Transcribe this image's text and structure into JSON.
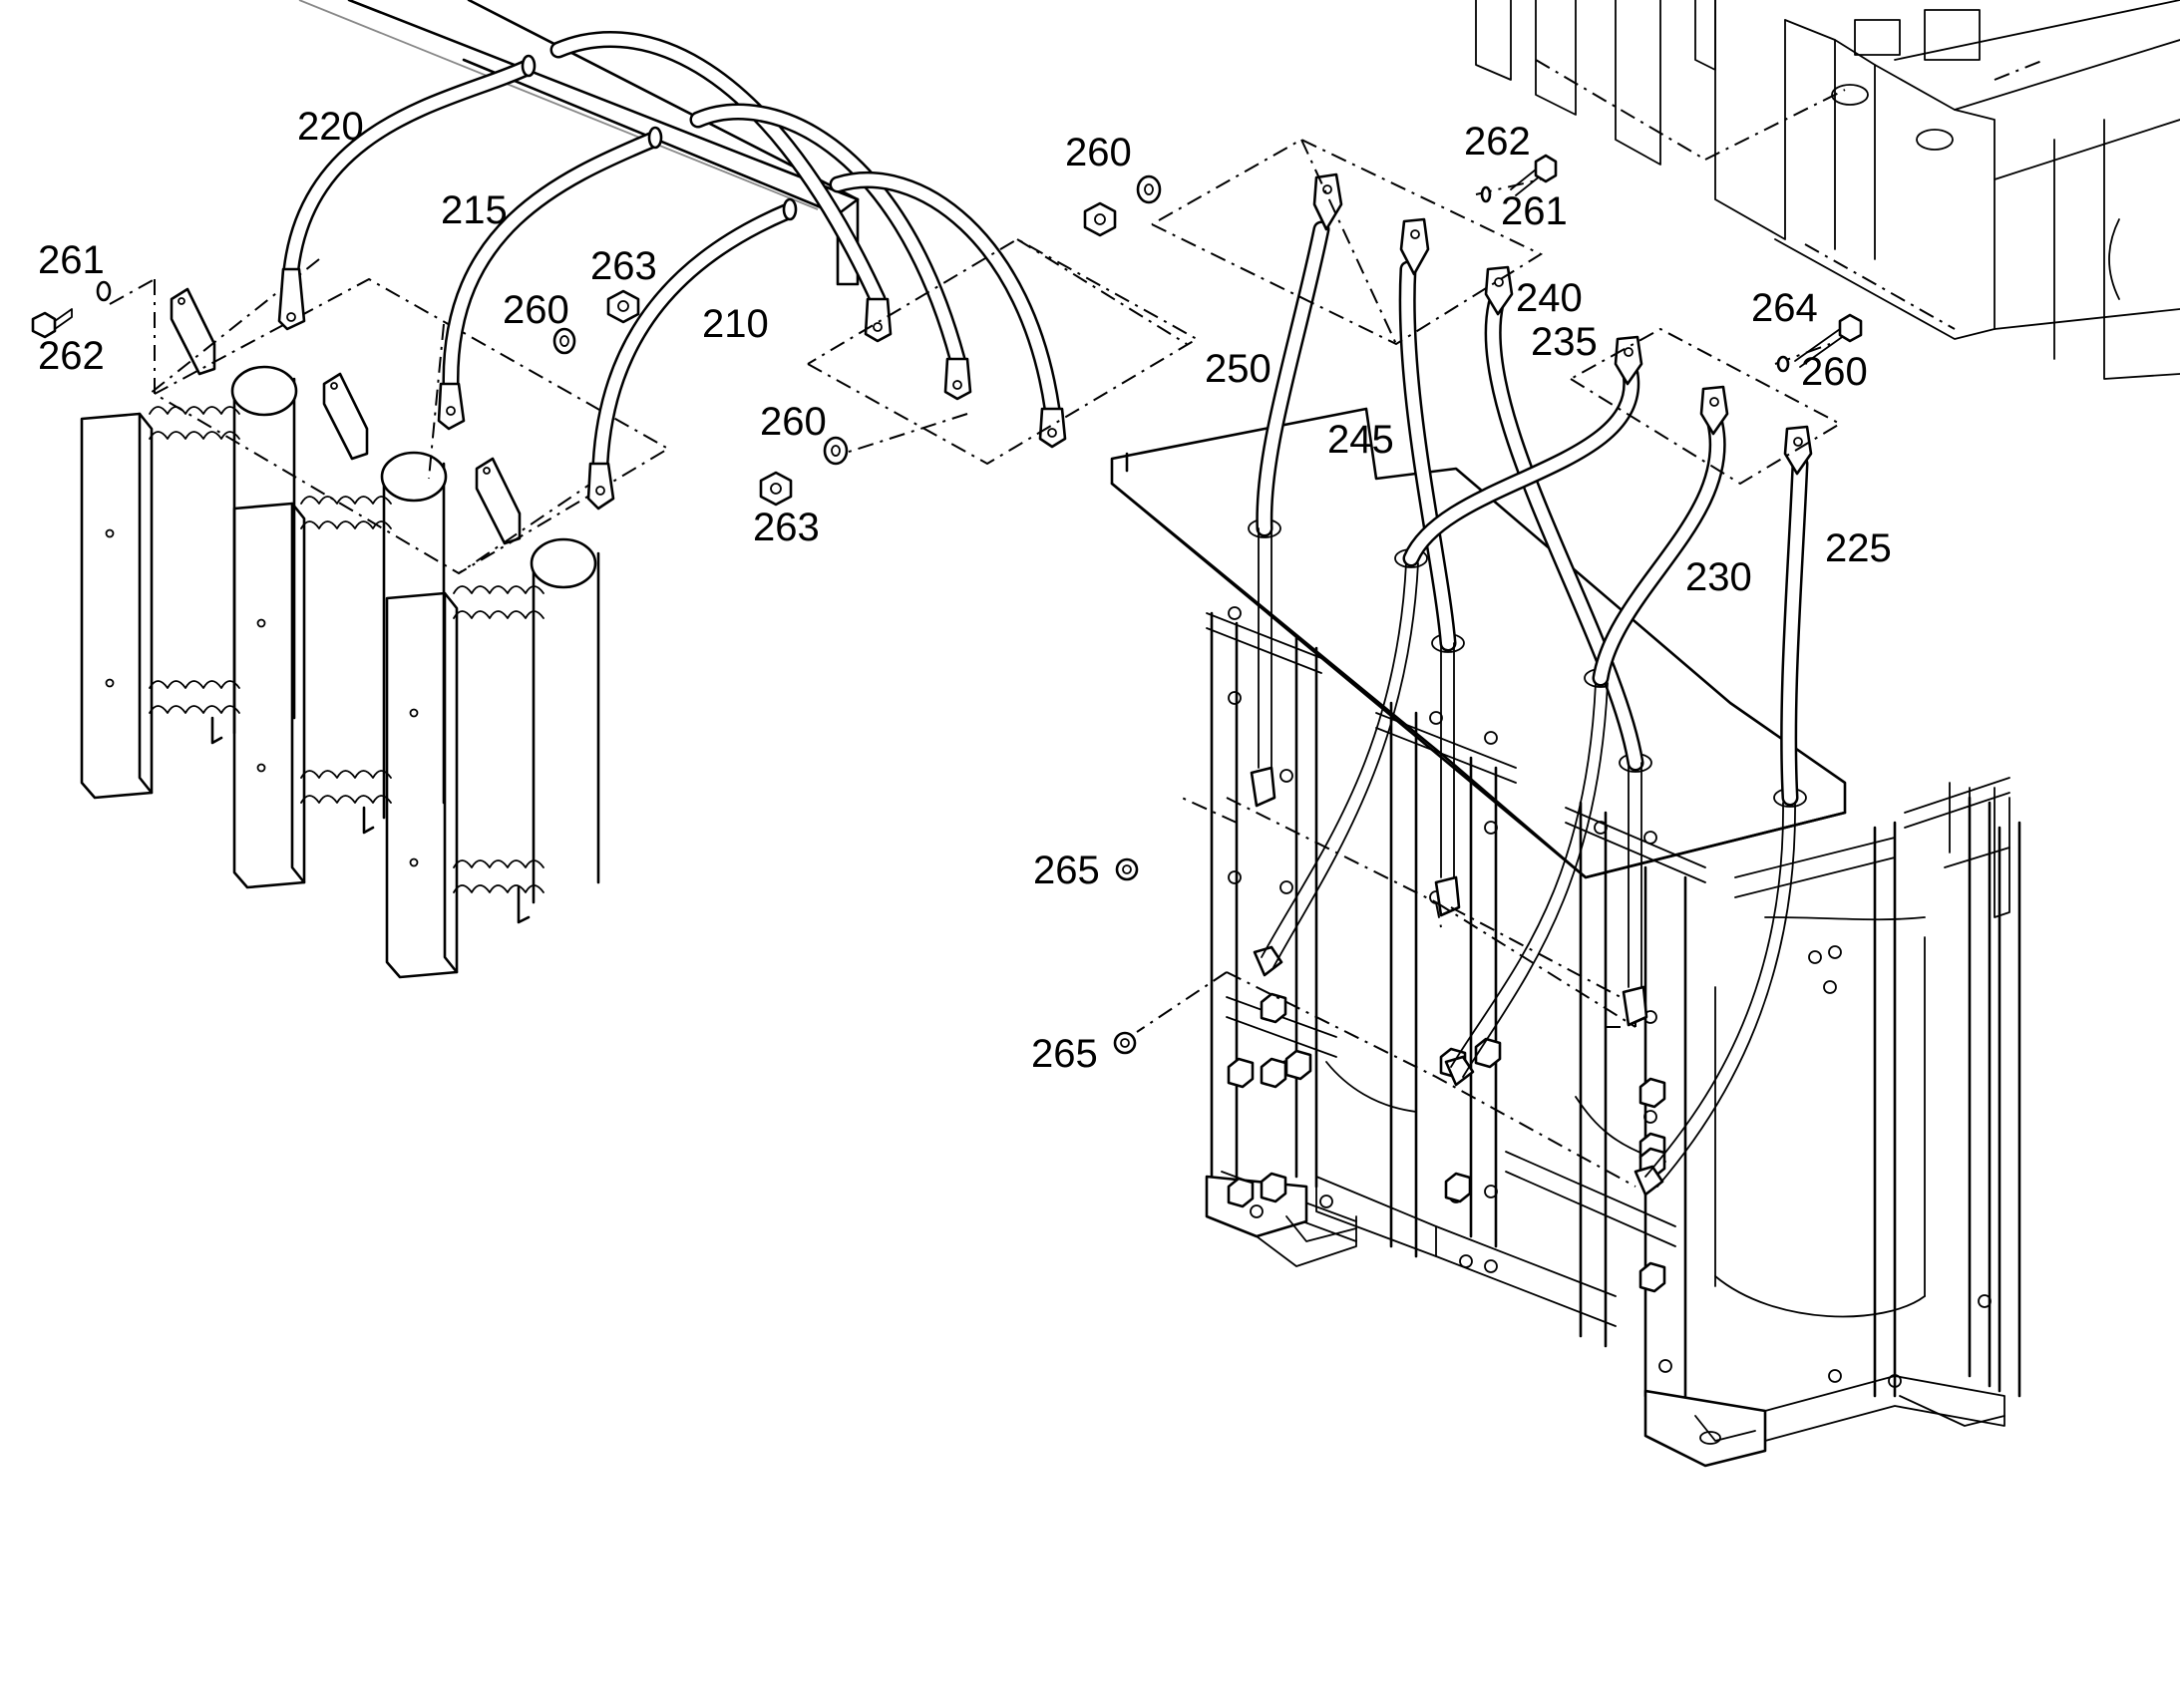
{
  "callouts": {
    "c220": "220",
    "c215": "215",
    "c210": "210",
    "c261_left": "261",
    "c262_left": "262",
    "c260_left": "260",
    "c263_left": "263",
    "c260_mid_upper": "260",
    "c260_mid_lower": "260",
    "c263_mid": "263",
    "c262_right": "262",
    "c261_right": "261",
    "c240": "240",
    "c250": "250",
    "c245": "245",
    "c235": "235",
    "c264": "264",
    "c260_right": "260",
    "c230": "230",
    "c225": "225",
    "c265_upper": "265",
    "c265_lower": "265"
  }
}
